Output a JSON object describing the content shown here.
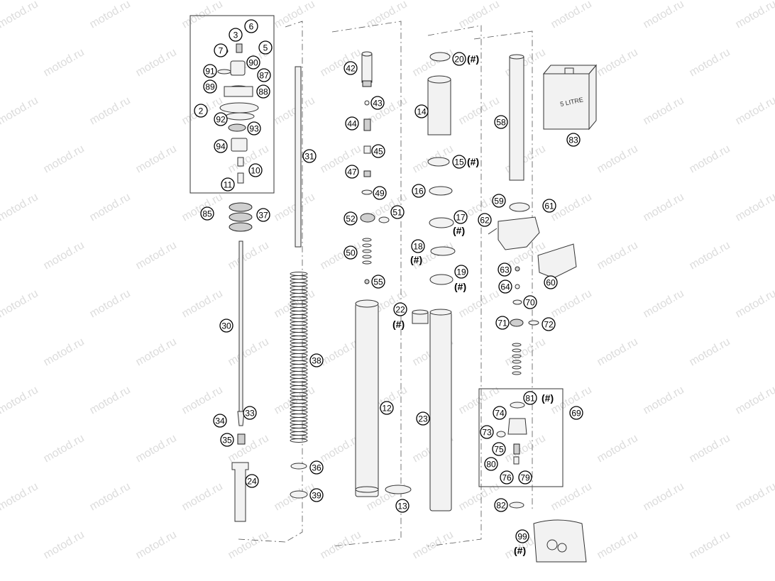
{
  "watermark": "motod.ru",
  "can_label": "5 LITRE",
  "hash_mark": "(#)",
  "part_labels": [
    "3",
    "6",
    "7",
    "5",
    "90",
    "91",
    "87",
    "89",
    "88",
    "2",
    "92",
    "93",
    "94",
    "10",
    "11",
    "85",
    "37",
    "31",
    "42",
    "43",
    "44",
    "45",
    "47",
    "49",
    "52",
    "51",
    "50",
    "55",
    "20",
    "14",
    "15",
    "16",
    "17",
    "18",
    "19",
    "22",
    "58",
    "83",
    "59",
    "61",
    "62",
    "63",
    "64",
    "60",
    "70",
    "71",
    "72",
    "38",
    "30",
    "12",
    "23",
    "33",
    "34",
    "35",
    "36",
    "39",
    "24",
    "13",
    "81",
    "74",
    "69",
    "73",
    "75",
    "76",
    "79",
    "80",
    "82",
    "99"
  ]
}
